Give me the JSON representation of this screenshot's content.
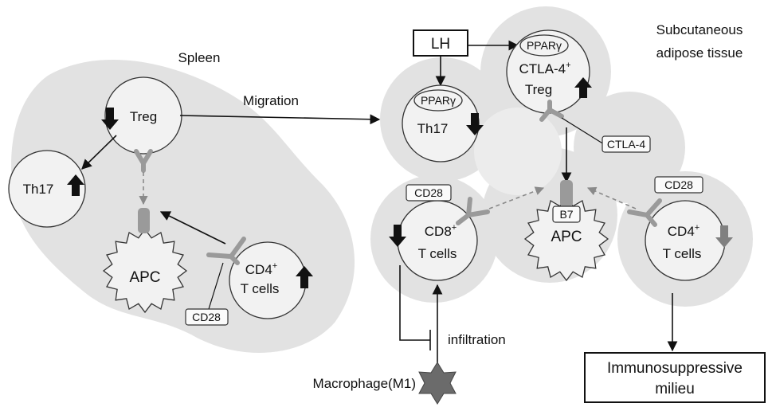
{
  "diagram": {
    "regions": {
      "spleen": "Spleen",
      "adipose_line1": "Subcutaneous",
      "adipose_line2": "adipose tissue"
    },
    "spleen": {
      "treg": "Treg",
      "th17": "Th17",
      "apc": "APC",
      "cd4_line1": "CD4",
      "cd4_sup": "+",
      "cd4_line2": "T cells",
      "cd28": "CD28"
    },
    "migration": "Migration",
    "adipose": {
      "lh": "LH",
      "pparg_treg": "PPARγ",
      "ctla4_treg_line1": "CTLA-4",
      "ctla4_treg_sup": "+",
      "ctla4_treg_line2": "Treg",
      "pparg_th17": "PPARγ",
      "th17": "Th17",
      "ctla4": "CTLA-4",
      "cd28_left": "CD28",
      "cd8_line1": "CD8",
      "cd8_sup": "+",
      "cd8_line2": "T cells",
      "b7": "B7",
      "apc": "APC",
      "cd28_right": "CD28",
      "cd4_line1": "CD4",
      "cd4_sup": "+",
      "cd4_line2": "T cells",
      "infiltration": "infiltration",
      "macrophage": "Macrophage(M1)",
      "milieu_line1": "Immunosuppressive",
      "milieu_line2": "milieu"
    },
    "colors": {
      "region_fill": "#e2e2e2",
      "cell_fill": "#f2f2f2",
      "receptor": "#9a9a9a",
      "arrow_down_gray": "#808080",
      "macrophage": "#6b6b6b"
    }
  }
}
